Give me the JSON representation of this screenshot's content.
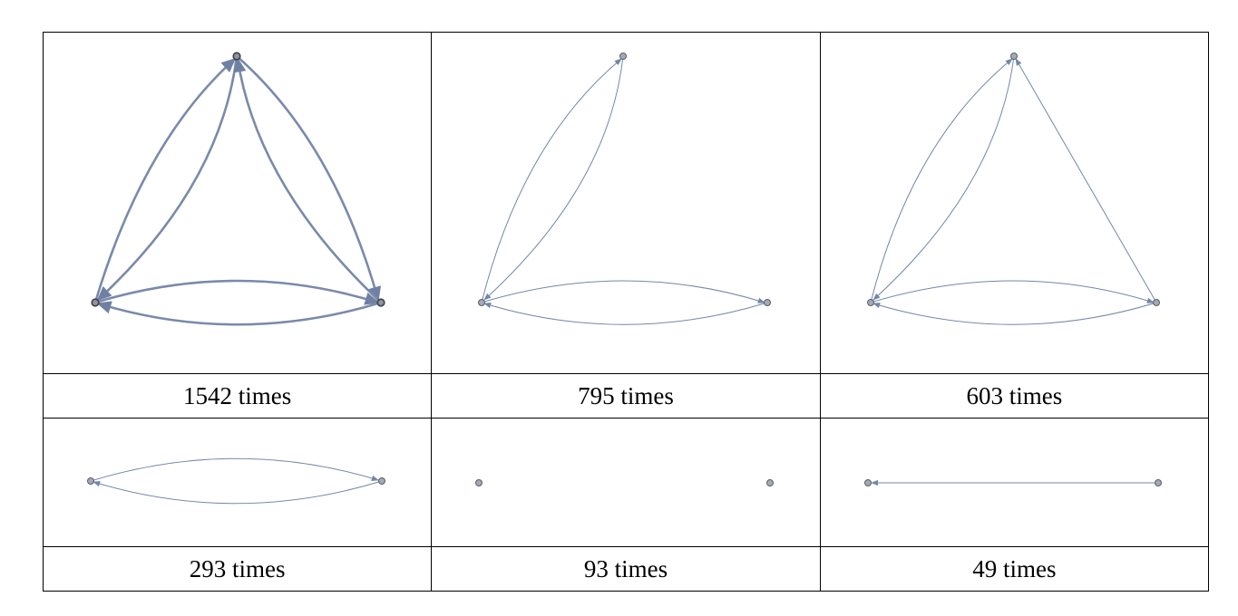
{
  "table": {
    "rows": [
      {
        "graphs": [
          {
            "id": "g1",
            "nodes": 3,
            "edges": [
              "A->B",
              "B->A",
              "A->C",
              "C->A",
              "B->C",
              "C->B"
            ]
          },
          {
            "id": "g2",
            "nodes": 3,
            "edges": [
              "A->B",
              "B->A",
              "C->B",
              "B->C"
            ]
          },
          {
            "id": "g3",
            "nodes": 3,
            "edges": [
              "A->B",
              "B->A",
              "C->B",
              "B->C",
              "C->A"
            ]
          }
        ],
        "captions": [
          "1542 times",
          "795 times",
          "603 times"
        ]
      },
      {
        "graphs": [
          {
            "id": "g4",
            "nodes": 2,
            "edges": [
              "L->R",
              "R->L"
            ]
          },
          {
            "id": "g5",
            "nodes": 2,
            "edges": []
          },
          {
            "id": "g6",
            "nodes": 2,
            "edges": [
              "R->L"
            ]
          }
        ],
        "captions": [
          "293 times",
          "93 times",
          "49 times"
        ]
      }
    ]
  },
  "colors": {
    "edge": "#7287a8",
    "node_fill": "#a4a9b4",
    "node_stroke": "#5a5e68"
  }
}
